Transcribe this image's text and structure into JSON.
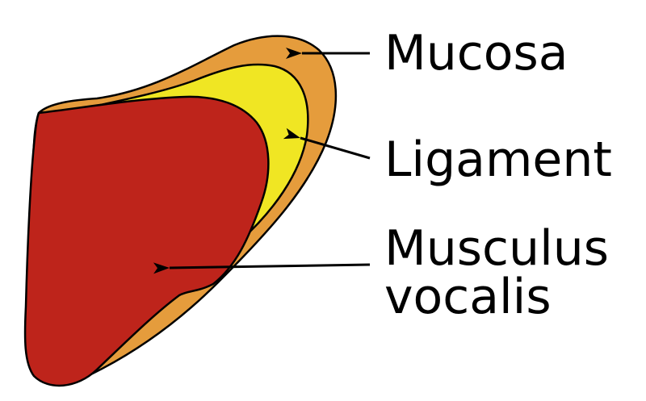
{
  "colors": {
    "mucosa": "#E59C3C",
    "ligament": "#F0E623",
    "musculus_vocalis": "#BE241B",
    "outline": "#000000",
    "text": "#000000",
    "background": "#FFFFFF"
  },
  "labels": {
    "mucosa": "Mucosa",
    "ligament": "Ligament",
    "musculus_line1": "Musculus",
    "musculus_line2": "vocalis"
  }
}
